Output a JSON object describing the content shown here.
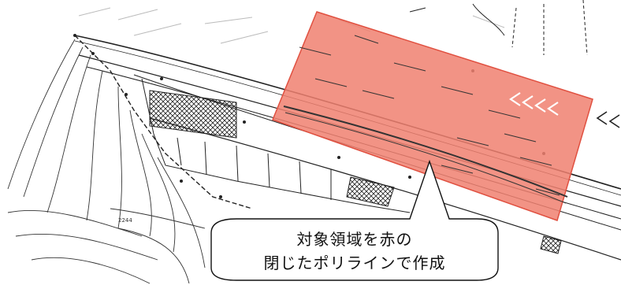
{
  "callout": {
    "line1": "対象領域を赤の",
    "line2": "閉じたポリラインで作成"
  },
  "drawing": {
    "elevation_label": "2244",
    "highlight_color": "#f08070",
    "highlight_stroke": "#e05040",
    "line_color": "#222222"
  }
}
